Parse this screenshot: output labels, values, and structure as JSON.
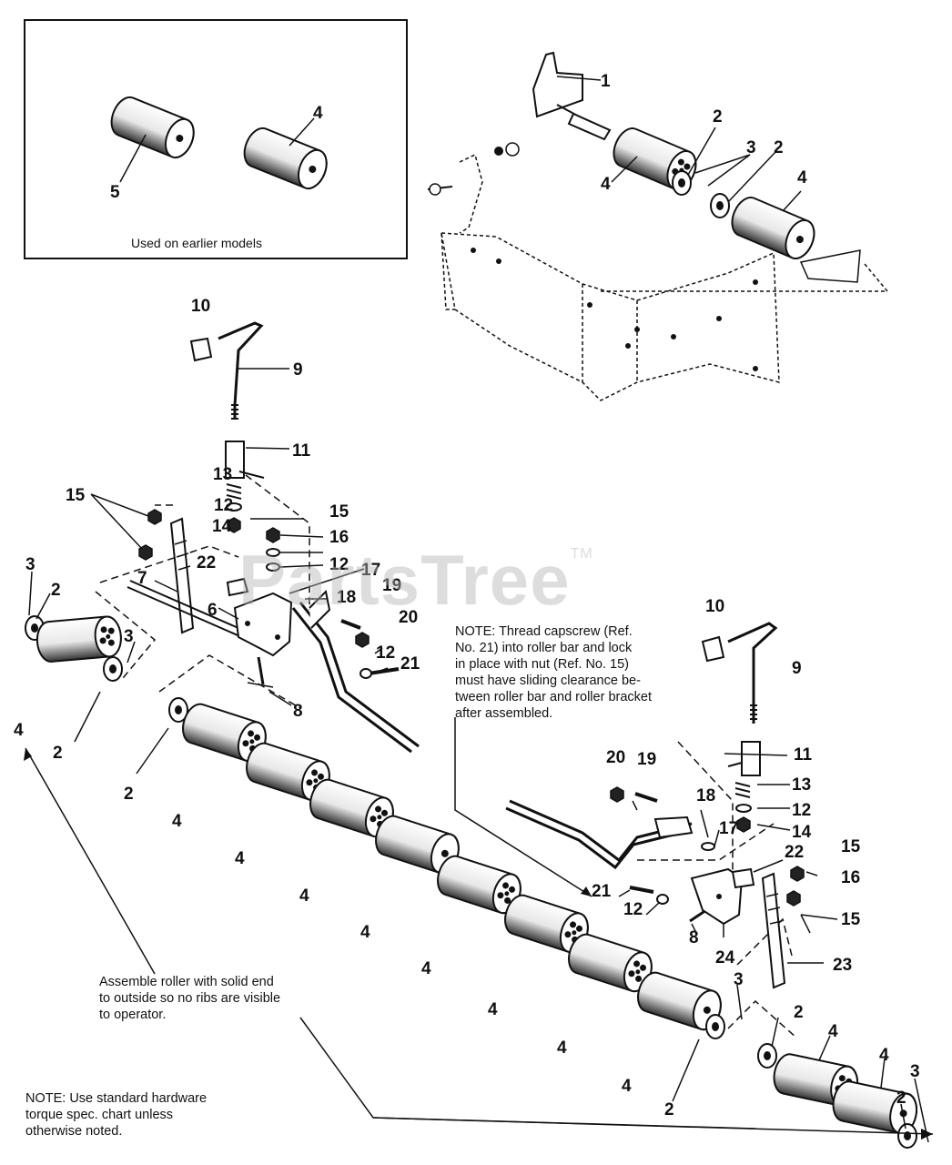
{
  "inset": {
    "caption": "Used on earlier models"
  },
  "watermark": {
    "text": "PartsTree",
    "mark": "TM"
  },
  "notes": {
    "capscrew": "NOTE: Thread capscrew (Ref.\nNo. 21) into roller bar and lock\nin place with nut (Ref. No. 15)\nmust have sliding clearance be-\ntween roller bar and roller bracket\nafter assembled.",
    "assemble_roller": "Assemble roller with solid end\nto outside so no ribs are visible\nto operator.",
    "hardware": "NOTE: Use standard hardware\ntorque spec. chart unless\notherwise noted."
  },
  "callouts": [
    {
      "id": "c1",
      "label": "1"
    },
    {
      "id": "c2a",
      "label": "2"
    },
    {
      "id": "c3a",
      "label": "3"
    },
    {
      "id": "c2b",
      "label": "2"
    },
    {
      "id": "c4a",
      "label": "4"
    },
    {
      "id": "c4b",
      "label": "4"
    },
    {
      "id": "c4inset",
      "label": "4"
    },
    {
      "id": "c5inset",
      "label": "5"
    },
    {
      "id": "c10a",
      "label": "10"
    },
    {
      "id": "c9a",
      "label": "9"
    },
    {
      "id": "c11a",
      "label": "11"
    },
    {
      "id": "c13a",
      "label": "13"
    },
    {
      "id": "c15a",
      "label": "15"
    },
    {
      "id": "c12a",
      "label": "12"
    },
    {
      "id": "c14a",
      "label": "14"
    },
    {
      "id": "c15b",
      "label": "15"
    },
    {
      "id": "c16a",
      "label": "16"
    },
    {
      "id": "c12b",
      "label": "12"
    },
    {
      "id": "c22a",
      "label": "22"
    },
    {
      "id": "c17a",
      "label": "17"
    },
    {
      "id": "c19a",
      "label": "19"
    },
    {
      "id": "c18a",
      "label": "18"
    },
    {
      "id": "c7a",
      "label": "7"
    },
    {
      "id": "c6a",
      "label": "6"
    },
    {
      "id": "c20a",
      "label": "20"
    },
    {
      "id": "c3b",
      "label": "3"
    },
    {
      "id": "c2c",
      "label": "2"
    },
    {
      "id": "c3c",
      "label": "3"
    },
    {
      "id": "c12c",
      "label": "12"
    },
    {
      "id": "c21a",
      "label": "21"
    },
    {
      "id": "c8a",
      "label": "8"
    },
    {
      "id": "c4c",
      "label": "4"
    },
    {
      "id": "c2d",
      "label": "2"
    },
    {
      "id": "c2e",
      "label": "2"
    },
    {
      "id": "c4d",
      "label": "4"
    },
    {
      "id": "c4e",
      "label": "4"
    },
    {
      "id": "c4f",
      "label": "4"
    },
    {
      "id": "c4g",
      "label": "4"
    },
    {
      "id": "c4h",
      "label": "4"
    },
    {
      "id": "c4i",
      "label": "4"
    },
    {
      "id": "c4j",
      "label": "4"
    },
    {
      "id": "c4k",
      "label": "4"
    },
    {
      "id": "c10b",
      "label": "10"
    },
    {
      "id": "c9b",
      "label": "9"
    },
    {
      "id": "c11b",
      "label": "11"
    },
    {
      "id": "c20b",
      "label": "20"
    },
    {
      "id": "c19b",
      "label": "19"
    },
    {
      "id": "c13b",
      "label": "13"
    },
    {
      "id": "c12d",
      "label": "12"
    },
    {
      "id": "c18b",
      "label": "18"
    },
    {
      "id": "c17b",
      "label": "17"
    },
    {
      "id": "c14b",
      "label": "14"
    },
    {
      "id": "c15c",
      "label": "15"
    },
    {
      "id": "c22b",
      "label": "22"
    },
    {
      "id": "c16b",
      "label": "16"
    },
    {
      "id": "c21b",
      "label": "21"
    },
    {
      "id": "c12e",
      "label": "12"
    },
    {
      "id": "c15d",
      "label": "15"
    },
    {
      "id": "c8b",
      "label": "8"
    },
    {
      "id": "c24",
      "label": "24"
    },
    {
      "id": "c23",
      "label": "23"
    },
    {
      "id": "c3d",
      "label": "3"
    },
    {
      "id": "c2f",
      "label": "2"
    },
    {
      "id": "c4l",
      "label": "4"
    },
    {
      "id": "c4m",
      "label": "4"
    },
    {
      "id": "c2g",
      "label": "2"
    },
    {
      "id": "c3e",
      "label": "3"
    },
    {
      "id": "c2h",
      "label": "2"
    }
  ]
}
